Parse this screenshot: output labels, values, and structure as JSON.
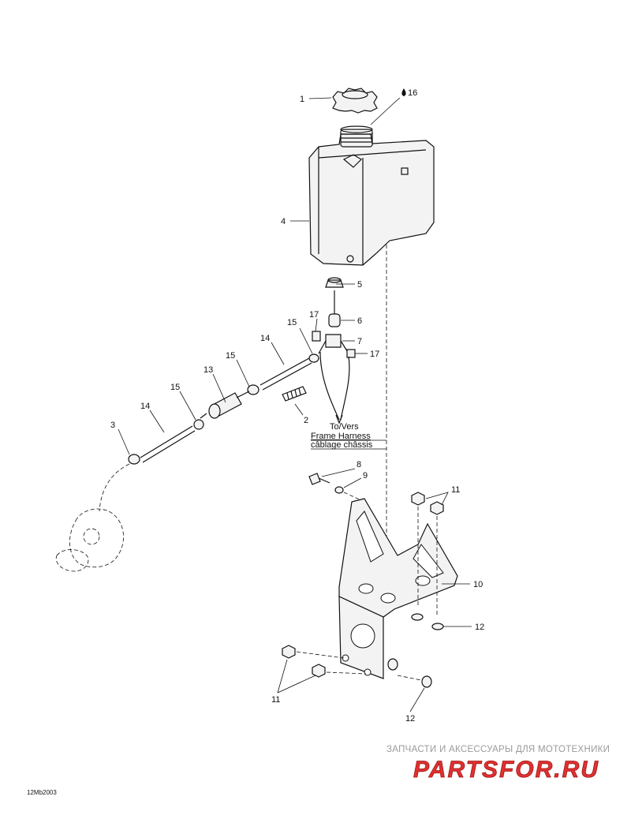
{
  "callouts": [
    {
      "id": "p1",
      "label": "1"
    },
    {
      "id": "p16",
      "label": "16"
    },
    {
      "id": "p4",
      "label": "4"
    },
    {
      "id": "p5",
      "label": "5"
    },
    {
      "id": "p6",
      "label": "6"
    },
    {
      "id": "p7",
      "label": "7"
    },
    {
      "id": "p17a",
      "label": "17"
    },
    {
      "id": "p17b",
      "label": "17"
    },
    {
      "id": "p15a",
      "label": "15"
    },
    {
      "id": "p14a",
      "label": "14"
    },
    {
      "id": "p15b",
      "label": "15"
    },
    {
      "id": "p13",
      "label": "13"
    },
    {
      "id": "p15c",
      "label": "15"
    },
    {
      "id": "p14b",
      "label": "14"
    },
    {
      "id": "p3",
      "label": "3"
    },
    {
      "id": "p2",
      "label": "2"
    },
    {
      "id": "p8",
      "label": "8"
    },
    {
      "id": "p9",
      "label": "9"
    },
    {
      "id": "p11a",
      "label": "11"
    },
    {
      "id": "p10",
      "label": "10"
    },
    {
      "id": "p12a",
      "label": "12"
    },
    {
      "id": "p11b",
      "label": "11"
    },
    {
      "id": "p12b",
      "label": "12"
    }
  ],
  "harness_label": {
    "line1": "To/Vers",
    "line2": "Frame Harness",
    "line3": "câblage châssis"
  },
  "watermark": {
    "tagline": "ЗАПЧАСТИ И АКСЕССУАРЫ ДЛЯ МОТОТЕХНИКИ",
    "logo": "PARTSFOR.RU",
    "logo_color": "#e03030"
  },
  "reference_code": "12Mb2003"
}
